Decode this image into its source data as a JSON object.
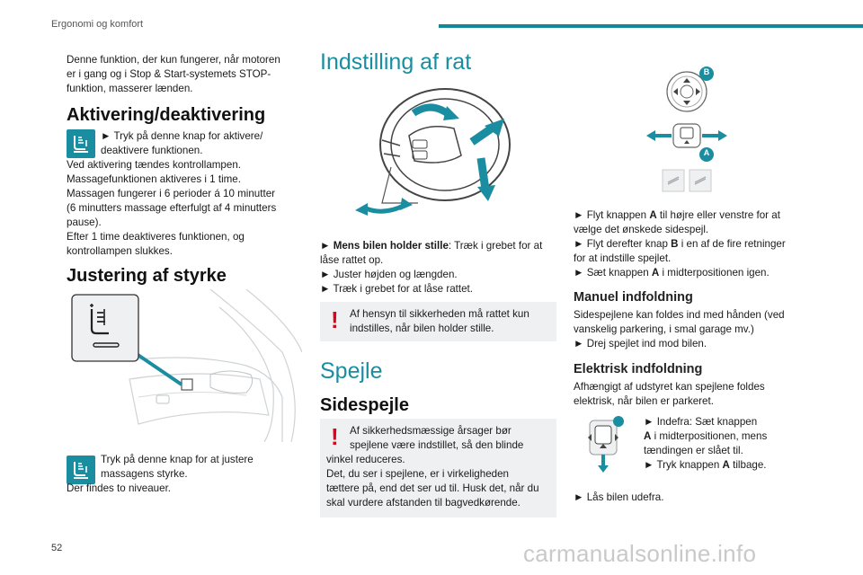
{
  "header": {
    "title": "Ergonomi og komfort"
  },
  "col1": {
    "intro": [
      "Denne funktion, der kun fungerer, når motoren",
      "er i gang og i Stop & Start-systemets STOP-",
      "funktion, masserer lænden."
    ],
    "h_activation": "Aktivering/deaktivering",
    "act_icon_lines": [
      "► Tryk på denne knap for aktivere/",
      "deaktivere funktionen."
    ],
    "act_body": [
      "Ved aktivering tændes kontrollampen.",
      "Massagefunktionen aktiveres i 1 time.",
      "Massagen fungerer i 6 perioder á 10 minutter",
      "(6 minutters massage efterfulgt af 4 minutters",
      "pause).",
      "Efter 1 time deaktiveres funktionen, og",
      "kontrollampen slukkes."
    ],
    "h_strength": "Justering af styrke",
    "str_icon_lines": [
      "Tryk på denne knap for at justere",
      "massagens styrke."
    ],
    "str_body": "Der findes to niveauer."
  },
  "col2": {
    "h_wheel": "Indstilling af rat",
    "wheel_steps": [
      {
        "bold": "► Mens bilen holder stille",
        "rest": ": Træk i grebet for at"
      },
      {
        "bold": "",
        "rest": "låse rattet op."
      },
      {
        "bold": "",
        "rest": "► Juster højden og længden."
      },
      {
        "bold": "",
        "rest": "► Træk i grebet for at låse rattet."
      }
    ],
    "wheel_warning": [
      "Af hensyn til sikkerheden må rattet kun",
      "indstilles, når bilen holder stille."
    ],
    "h_mirrors": "Spejle",
    "h_side_mirrors": "Sidespejle",
    "mirror_warning": [
      "Af sikkerhedsmæssige årsager bør",
      "spejlene være indstillet, så den blinde",
      "vinkel reduceres.",
      "Det, du ser i spejlene, er i virkeligheden",
      "tættere på, end det ser ud til. Husk det, når du",
      "skal vurdere afstanden til bagvedkørende."
    ]
  },
  "col3": {
    "label_b": "B",
    "label_a": "A",
    "steps": [
      [
        "► Flyt knappen ",
        "A",
        " til højre eller venstre for at"
      ],
      [
        "vælge det ønskede sidespejl.",
        "",
        ""
      ],
      [
        "► Flyt derefter knap ",
        "B",
        " i en af de fire retninger"
      ],
      [
        "for at indstille spejlet.",
        "",
        ""
      ],
      [
        "► Sæt knappen ",
        "A",
        " i midterpositionen igen."
      ]
    ],
    "h_manual": "Manuel indfoldning",
    "manual_body": [
      "Sidespejlene kan foldes ind med hånden (ved",
      "vanskelig parkering, i smal garage mv.)",
      "► Drej spejlet ind mod bilen."
    ],
    "h_electric": "Elektrisk indfoldning",
    "electric_body": [
      "Afhængigt af udstyret kan spejlene foldes",
      "elektrisk, når bilen er parkeret."
    ],
    "electric_steps": [
      [
        "► Indefra: Sæt knappen",
        "",
        ""
      ],
      [
        "",
        "A",
        " i midterpositionen, mens"
      ],
      [
        "tændingen er slået til.",
        "",
        ""
      ],
      [
        "► Tryk knappen ",
        "A",
        " tilbage."
      ]
    ],
    "lock": "► Lås bilen udefra."
  },
  "footer": {
    "page_number": "52",
    "watermark": "carmanualsonline.info"
  },
  "colors": {
    "accent": "#1a8ea0",
    "warning": "#e2001a",
    "warning_bg": "#eef0f1"
  }
}
